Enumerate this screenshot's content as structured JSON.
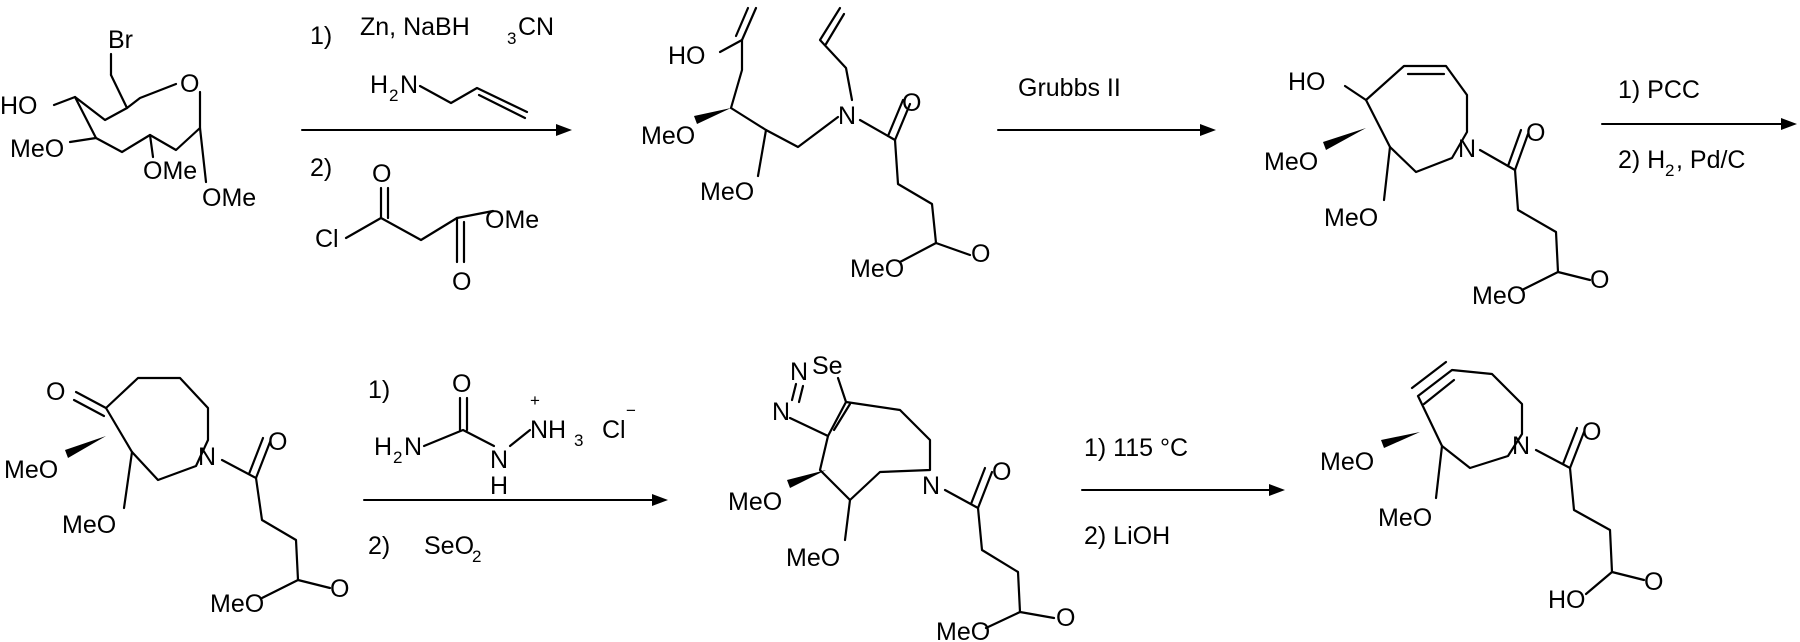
{
  "steps": {
    "step1": {
      "num1": "1)",
      "reagents1": "Zn, NaBH",
      "reagents1_sub": "3",
      "reagents1_tail": "CN",
      "amine_h": "H",
      "amine_h_sub": "2",
      "amine_n": "N",
      "num2": "2)",
      "acyl_cl": "Cl",
      "acyl_o1": "O",
      "acyl_o2": "O",
      "acyl_ome": "OMe"
    },
    "step2": {
      "reagent": "Grubbs II"
    },
    "step3": {
      "line1": "1) PCC",
      "line2_a": "2) H",
      "line2_sub": "2",
      "line2_b": ", Pd/C"
    },
    "step4": {
      "num1": "1)",
      "num2": "2)",
      "o": "O",
      "h2n_h": "H",
      "h2n_sub": "2",
      "h2n_n": "N",
      "nh": "N",
      "nh_h": "H",
      "nh3": "NH",
      "nh3_sub": "3",
      "plus": "+",
      "cl": "Cl",
      "minus": "−",
      "seo2_a": "SeO",
      "seo2_sub": "2"
    },
    "step5": {
      "line1": "1) 115 °C",
      "line2": "2) LiOH"
    }
  },
  "labels": {
    "br": "Br",
    "o": "O",
    "ho": "HO",
    "meo": "MeO",
    "ome": "OMe",
    "n": "N",
    "se": "Se"
  }
}
